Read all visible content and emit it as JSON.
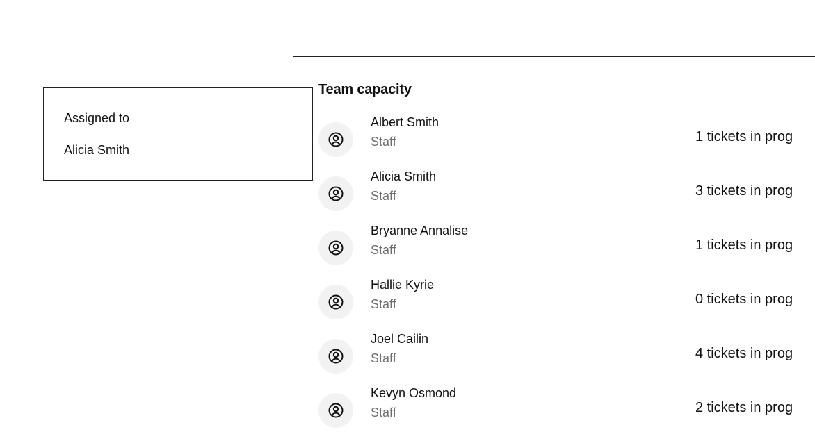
{
  "assignment": {
    "label": "Assigned to",
    "value": "Alicia Smith"
  },
  "team_capacity": {
    "title": "Team capacity",
    "avatar_icon": "user-circle-icon",
    "members": [
      {
        "name": "Albert Smith",
        "role": "Staff",
        "tickets": "1 tickets in prog"
      },
      {
        "name": "Alicia Smith",
        "role": "Staff",
        "tickets": "3 tickets in prog"
      },
      {
        "name": "Bryanne Annalise",
        "role": "Staff",
        "tickets": "1 tickets in prog"
      },
      {
        "name": "Hallie Kyrie",
        "role": "Staff",
        "tickets": "0 tickets in prog"
      },
      {
        "name": "Joel Cailin",
        "role": "Staff",
        "tickets": "4 tickets in prog"
      },
      {
        "name": "Kevyn Osmond",
        "role": "Staff",
        "tickets": "2 tickets in prog"
      }
    ]
  },
  "colors": {
    "avatar_bg": "#f2f2f2",
    "muted_text": "#6e6e6e",
    "border": "#222222"
  }
}
